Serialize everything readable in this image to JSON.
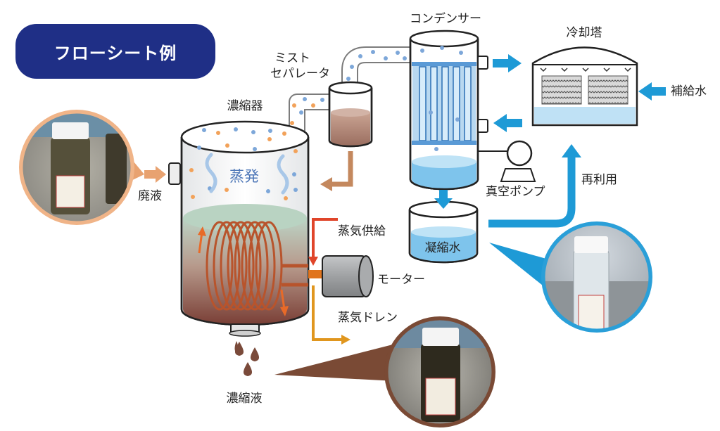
{
  "title": "フローシート例",
  "labels": {
    "concentrator": "濃縮器",
    "mist_separator_line1": "ミスト",
    "mist_separator_line2": "セパレータ",
    "condenser": "コンデンサー",
    "cooling_tower": "冷却塔",
    "makeup_water": "補給水",
    "vacuum_pump": "真空ポンプ",
    "reuse": "再利用",
    "condensate": "凝縮水",
    "waste_liquid": "廃液",
    "evaporation": "蒸発",
    "steam_supply": "蒸気供給",
    "motor": "モーター",
    "steam_drain": "蒸気ドレン",
    "concentrate": "濃縮液"
  },
  "colors": {
    "badge": "#1f2f86",
    "arrow_blue": "#1e9ad6",
    "arrow_tan": "#d29a6c",
    "arrow_brown": "#b87a4f",
    "steam_supply_arrow": "#e0452a",
    "steam_drain_arrow": "#e0961e",
    "coil": "#b8542c",
    "dot_blue": "#7da7d9",
    "dot_orange": "#f2a25a"
  }
}
